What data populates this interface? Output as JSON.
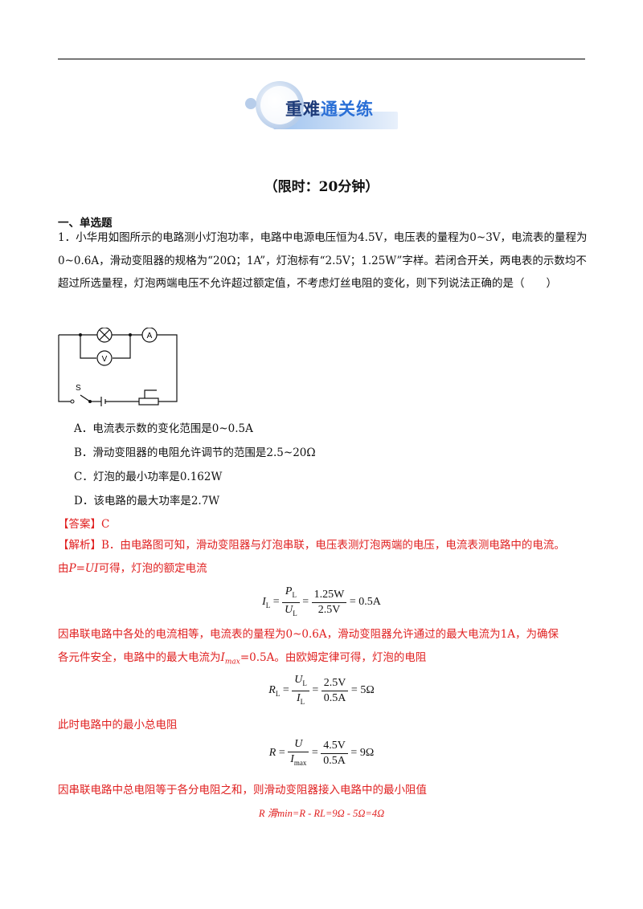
{
  "banner": {
    "title_a": "重难",
    "title_b": "通关练"
  },
  "time_limit": "（限时：20分钟）",
  "section_title": "一、单选题",
  "question": {
    "text": "1．小华用如图所示的电路测小灯泡功率，电路中电源电压恒为4.5V，电压表的量程为0~3V，电流表的量程为0~0.6A，滑动变阻器的规格为“20Ω；1A”，灯泡标有“2.5V；1.25W”字样。若闭合开关，两电表的示数均不超过所选量程，灯泡两端电压不允许超过额定值，不考虑灯丝电阻的变化，则下列说法正确的是（　　）",
    "circuit_labels": {
      "lamp": "⊗",
      "ammeter": "A",
      "voltmeter": "V",
      "switch": "S"
    },
    "options": [
      "A．电流表示数的变化范围是0~0.5A",
      "B．滑动变阻器的电阻允许调节的范围是2.5~20Ω",
      "C．灯泡的最小功率是0.162W",
      "D．该电路的最大功率是2.7W"
    ]
  },
  "answer": {
    "label": "【答案】",
    "value": "C"
  },
  "analysis": {
    "label": "【解析】",
    "p1": "B．由电路图可知，滑动变阻器与灯泡串联，电压表测灯泡两端的电压，电流表测电路中的电流。",
    "p2_pre": "由",
    "p2_formula": "P=UI",
    "p2_post": "可得，灯泡的额定电流",
    "eq1": {
      "lhs": "I",
      "lhs_sub": "L",
      "num": "P",
      "num_sub": "L",
      "den": "U",
      "den_sub": "L",
      "num2": "1.25W",
      "den2": "2.5V",
      "result": "0.5A"
    },
    "p3_a": "因串联电路中各处的电流相等，电流表的量程为0~0.6A，滑动变阻器允许通过的最大电流为1A，为确保",
    "p3_b_pre": "各元件安全，电路中的最大电流为",
    "p3_b_var": "I",
    "p3_b_sub": "max",
    "p3_b_post": "=0.5A。由欧姆定律可得，灯泡的电阻",
    "eq2": {
      "lhs": "R",
      "lhs_sub": "L",
      "num": "U",
      "num_sub": "L",
      "den": "I",
      "den_sub": "L",
      "num2": "2.5V",
      "den2": "0.5A",
      "result": "5Ω"
    },
    "p4": "此时电路中的最小总电阻",
    "eq3": {
      "lhs": "R",
      "num": "U",
      "den": "I",
      "den_sub": "max",
      "num2": "4.5V",
      "den2": "0.5A",
      "result": "9Ω"
    },
    "p5": "因串联电路中总电阻等于各分电阻之和，则滑动变阻器接入电路中的最小阻值",
    "eq4": "R 滑min=R - RL=9Ω - 5Ω=4Ω"
  }
}
